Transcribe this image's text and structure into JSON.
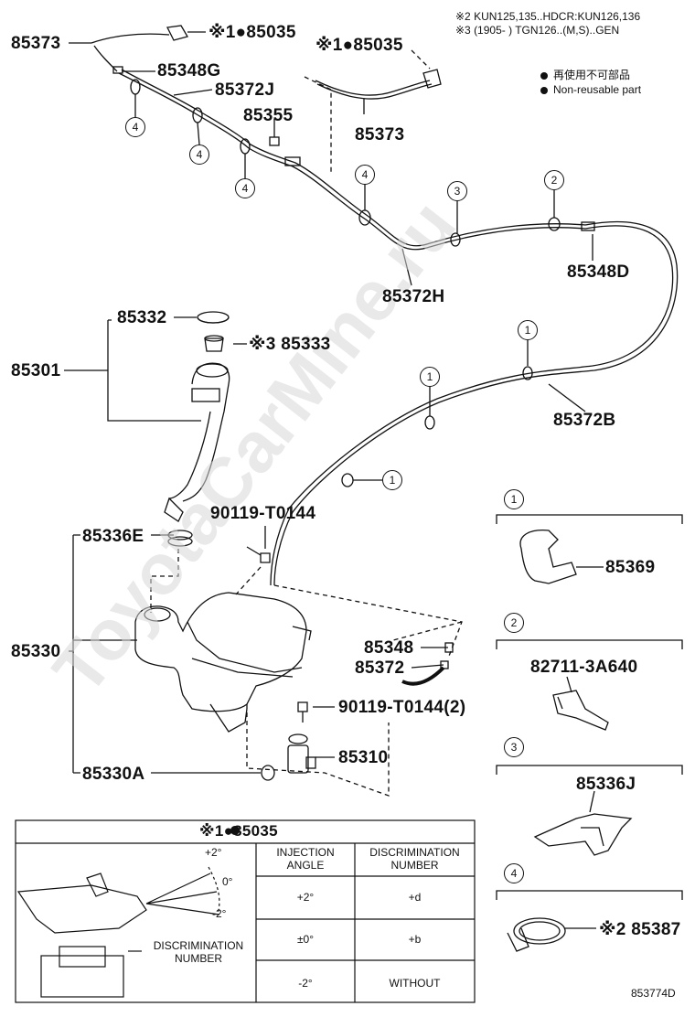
{
  "notes": {
    "note2": "※2 KUN125,135..HDCR:KUN126,136",
    "note3": "※3 (1905-        ) TGN126..(M,S)..GEN",
    "legend_jp": "再使用不可部品",
    "legend_en": "Non-reusable part"
  },
  "parts": {
    "p85373_a": "85373",
    "p85035_a": "※1●85035",
    "p85035_b": "※1●85035",
    "p85348G": "85348G",
    "p85372J": "85372J",
    "p85355": "85355",
    "p85373_b": "85373",
    "p85372H": "85372H",
    "p85348D": "85348D",
    "p85332": "85332",
    "p85333": "※3 85333",
    "p85301": "85301",
    "p85372B": "85372B",
    "p90119a": "90119-T0144",
    "p85336E": "85336E",
    "p85330": "85330",
    "p85348": "85348",
    "p85372": "85372",
    "p90119b": "90119-T0144(2)",
    "p85310": "85310",
    "p85330A": "85330A",
    "p85369": "85369",
    "p82711": "82711-3A640",
    "p85336J": "85336J",
    "p85387": "※2 85387"
  },
  "callouts": {
    "c1": "1",
    "c2": "2",
    "c3": "3",
    "c4": "4"
  },
  "detail_headers": [
    "1",
    "2",
    "3",
    "4"
  ],
  "table": {
    "title": "※1●85035",
    "col1": "INJECTION ANGLE",
    "col2": "DISCRIMINATION NUMBER",
    "rows": [
      {
        "angle": "+2°",
        "number": "+d"
      },
      {
        "angle": "±0°",
        "number": "+b"
      },
      {
        "angle": "-2°",
        "number": "WITHOUT"
      }
    ],
    "angle_plus": "+2°",
    "angle_zero": "0°",
    "angle_minus": "-2°",
    "discrimination_label": "DISCRIMINATION NUMBER"
  },
  "watermark": "ToyotaCarMine.ru",
  "figure_id": "853774D",
  "colors": {
    "ink": "#111111",
    "watermark": "#d8d8d8"
  }
}
